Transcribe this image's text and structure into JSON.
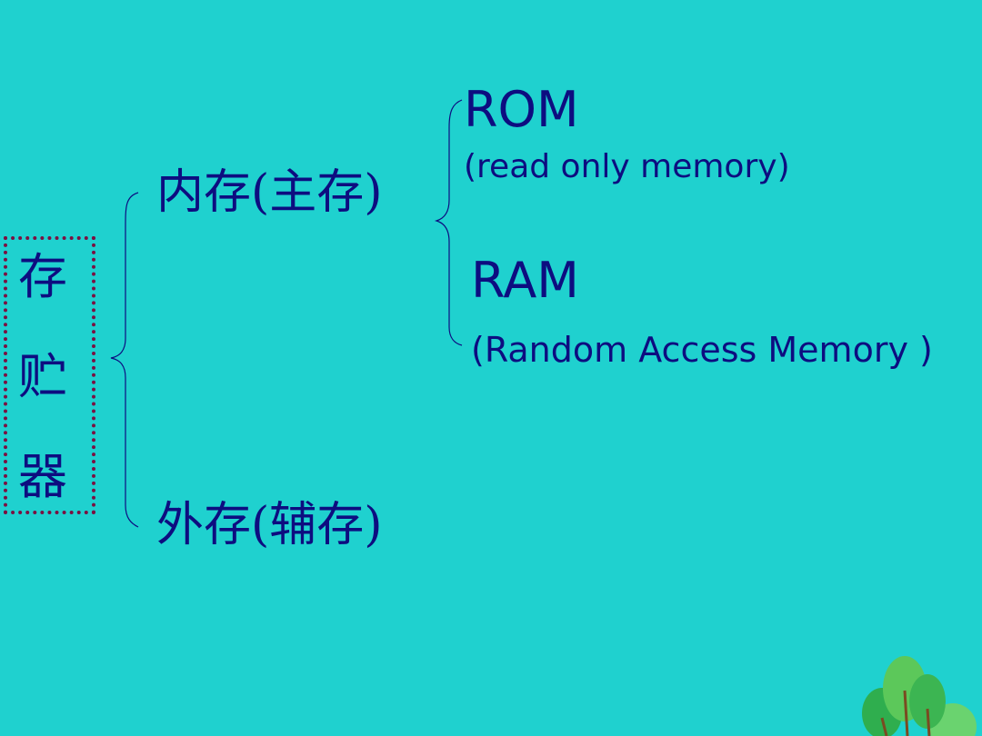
{
  "root": {
    "chars": [
      "存",
      "贮",
      "器"
    ]
  },
  "level1": [
    {
      "label": "内存(主存)"
    },
    {
      "label": "外存(辅存)"
    }
  ],
  "level2": [
    {
      "title": "ROM",
      "subtitle": "(read only memory)"
    },
    {
      "title": "RAM",
      "subtitle": "(Random Access Memory )"
    }
  ],
  "colors": {
    "background": "#1fd1cf",
    "text": "#0d0d80",
    "box_border": "#7a1142",
    "tree_leaf": "#2fae4e"
  },
  "decor": {
    "icon": "tree-icon"
  }
}
